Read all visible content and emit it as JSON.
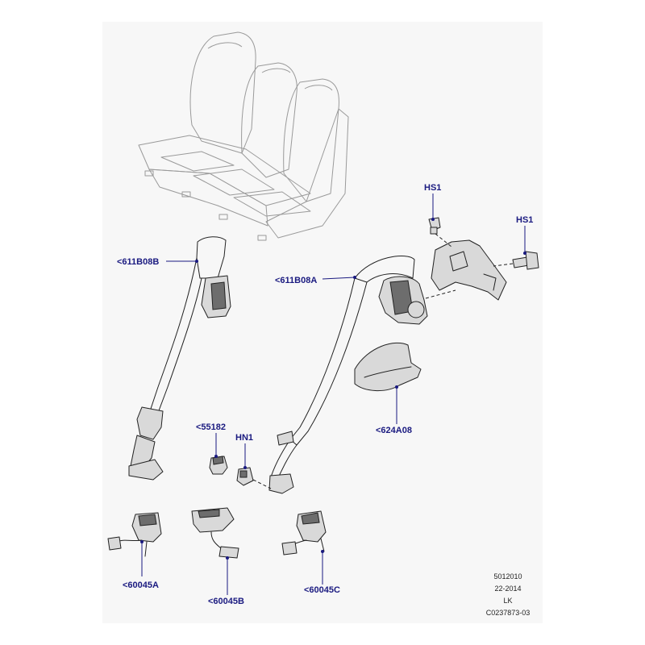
{
  "callouts": {
    "belt_left": "<611B08B",
    "belt_right": "<611B08A",
    "bolt_top": "HS1",
    "bolt_right": "HS1",
    "cover": "<624A08",
    "clip": "<55182",
    "nut": "HN1",
    "buckle_a": "<60045A",
    "buckle_b": "<60045B",
    "buckle_c": "<60045C"
  },
  "footer": {
    "line1": "5012010",
    "line2": "22-2014",
    "line3": "LK",
    "line4": "C0237873-03"
  }
}
